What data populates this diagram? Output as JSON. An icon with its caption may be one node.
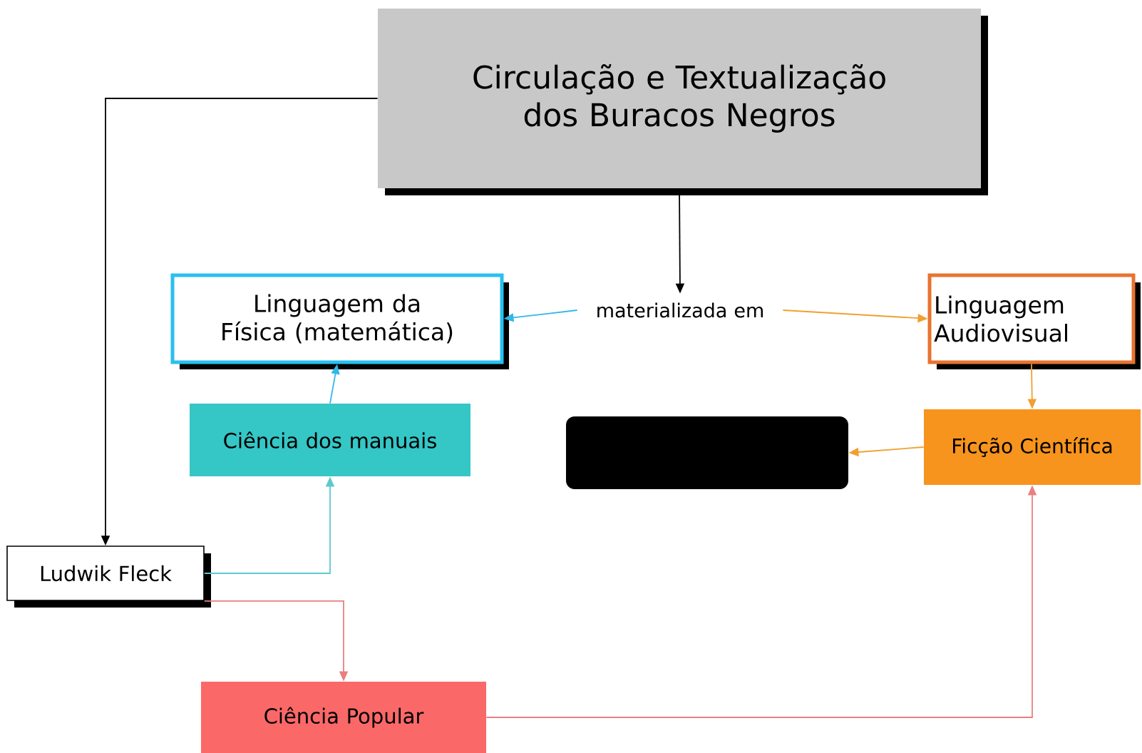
{
  "diagram": {
    "nodes": [
      {
        "text": [
          "Circulação e Textualização dos Buracos Negros"
        ]
      },
      {
        "text": [
          "Linguagem da Física (matemática)"
        ]
      },
      {
        "text": [
          "materializada em"
        ]
      },
      {
        "text": [
          "Linguagem Audiovisual"
        ]
      },
      {
        "text": [
          "Ciência dos manuais"
        ]
      },
      {
        "text": [],
        "shape": "box"
      },
      {
        "text": [
          "Ficção Científica"
        ]
      },
      {
        "text": [
          "Ludwik Fleck"
        ]
      },
      {
        "text": [
          "Ciência Popular"
        ]
      }
    ],
    "edges": [
      {
        "from": 0,
        "to": 7,
        "arrow": "to",
        "color": "#000000"
      },
      {
        "from": 0,
        "to": 2,
        "arrow": "to",
        "color": "#000000"
      },
      {
        "from": 2,
        "to": 1,
        "arrow": "to",
        "color": "#30b8e8"
      },
      {
        "from": 2,
        "to": 3,
        "arrow": "to",
        "color": "#f0a030"
      },
      {
        "from": 4,
        "to": 1,
        "arrow": "to",
        "color": "#30b8e8"
      },
      {
        "from": 7,
        "to": 4,
        "arrow": "to",
        "color": "#5fc8d0"
      },
      {
        "from": 3,
        "to": 6,
        "arrow": "to",
        "color": "#f0a030"
      },
      {
        "from": 6,
        "to": 5,
        "arrow": "to",
        "color": "#f0a030"
      },
      {
        "from": 7,
        "to": 8,
        "arrow": "to",
        "color": "#e88080"
      },
      {
        "from": 8,
        "to": 6,
        "arrow": "to",
        "color": "#e88080"
      }
    ]
  }
}
